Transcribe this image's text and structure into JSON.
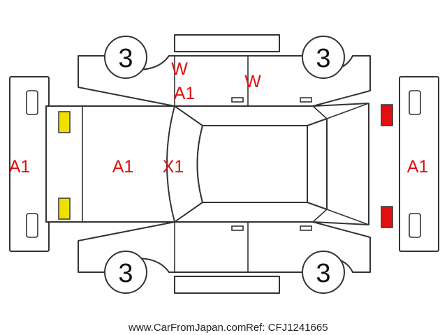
{
  "wheels": {
    "front_left": "3",
    "front_right": "3",
    "rear_left": "3",
    "rear_right": "3"
  },
  "damage_marks": {
    "front_bumper": "A1",
    "hood": "A1",
    "windshield": "X1",
    "rear_bumper": "A1",
    "left_pillar_top": "W",
    "left_pillar_bottom": "A1",
    "left_door": "W"
  },
  "lamp_colors": {
    "front": "#f0e000",
    "rear": "#e01010"
  },
  "footer": {
    "site": "www.CarFromJapan.com",
    "ref": "Ref: CFJ1241665"
  }
}
